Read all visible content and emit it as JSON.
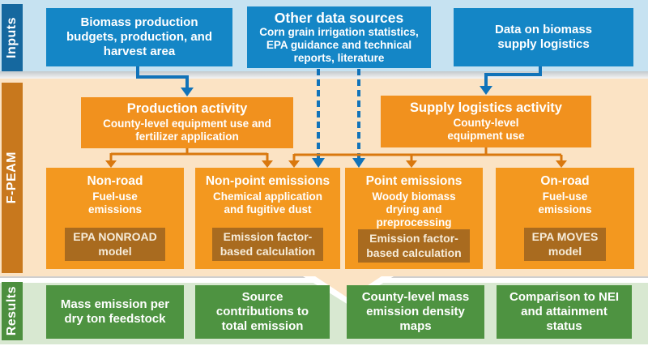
{
  "colors": {
    "inputs_band": "#c6e2f1",
    "inputs_tab": "#15689f",
    "blue_box": "#1486c6",
    "blue_arrow": "#1173b9",
    "fpeam_band": "#fbe3c4",
    "fpeam_tab": "#c8781d",
    "orange_box": "#f1911e",
    "orange_arrow": "#d9780e",
    "model_box": "#a96b1f",
    "results_band": "#d8e8d1",
    "results_tab": "#4c8f3e",
    "green_box": "#4e9341"
  },
  "sidebar": {
    "inputs": "Inputs",
    "fpeam": "F-PEAM",
    "results": "Results"
  },
  "inputs_row": {
    "biomass_box": "Biomass production\nbudgets, production, and\nharvest area",
    "other_sources_title": "Other data sources",
    "other_sources_body": "Corn grain irrigation statistics,\nEPA guidance and technical\nreports, literature",
    "logistics_box": "Data on biomass\nsupply logistics"
  },
  "fpeam_row": {
    "production": {
      "title": "Production activity",
      "subtitle": "County-level equipment use and\nfertilizer application"
    },
    "supply": {
      "title": "Supply logistics activity",
      "subtitle": "County-level\nequipment use"
    },
    "emissions": [
      {
        "title": "Non-road",
        "subtitle": "Fuel-use\nemissions",
        "model": "EPA NONROAD\nmodel"
      },
      {
        "title": "Non-point emissions",
        "subtitle": "Chemical application\nand fugitive dust",
        "model": "Emission factor-\nbased calculation"
      },
      {
        "title": "Point emissions",
        "subtitle": "Woody biomass\ndrying and\npreprocessing",
        "model": "Emission factor-\nbased calculation"
      },
      {
        "title": "On-road",
        "subtitle": "Fuel-use\nemissions",
        "model": "EPA MOVES\nmodel"
      }
    ]
  },
  "results_row": {
    "boxes": [
      "Mass emission per\ndry ton feedstock",
      "Source\ncontributions to\ntotal emission",
      "County-level mass\nemission density\nmaps",
      "Comparison to NEI\nand attainment\nstatus"
    ]
  }
}
